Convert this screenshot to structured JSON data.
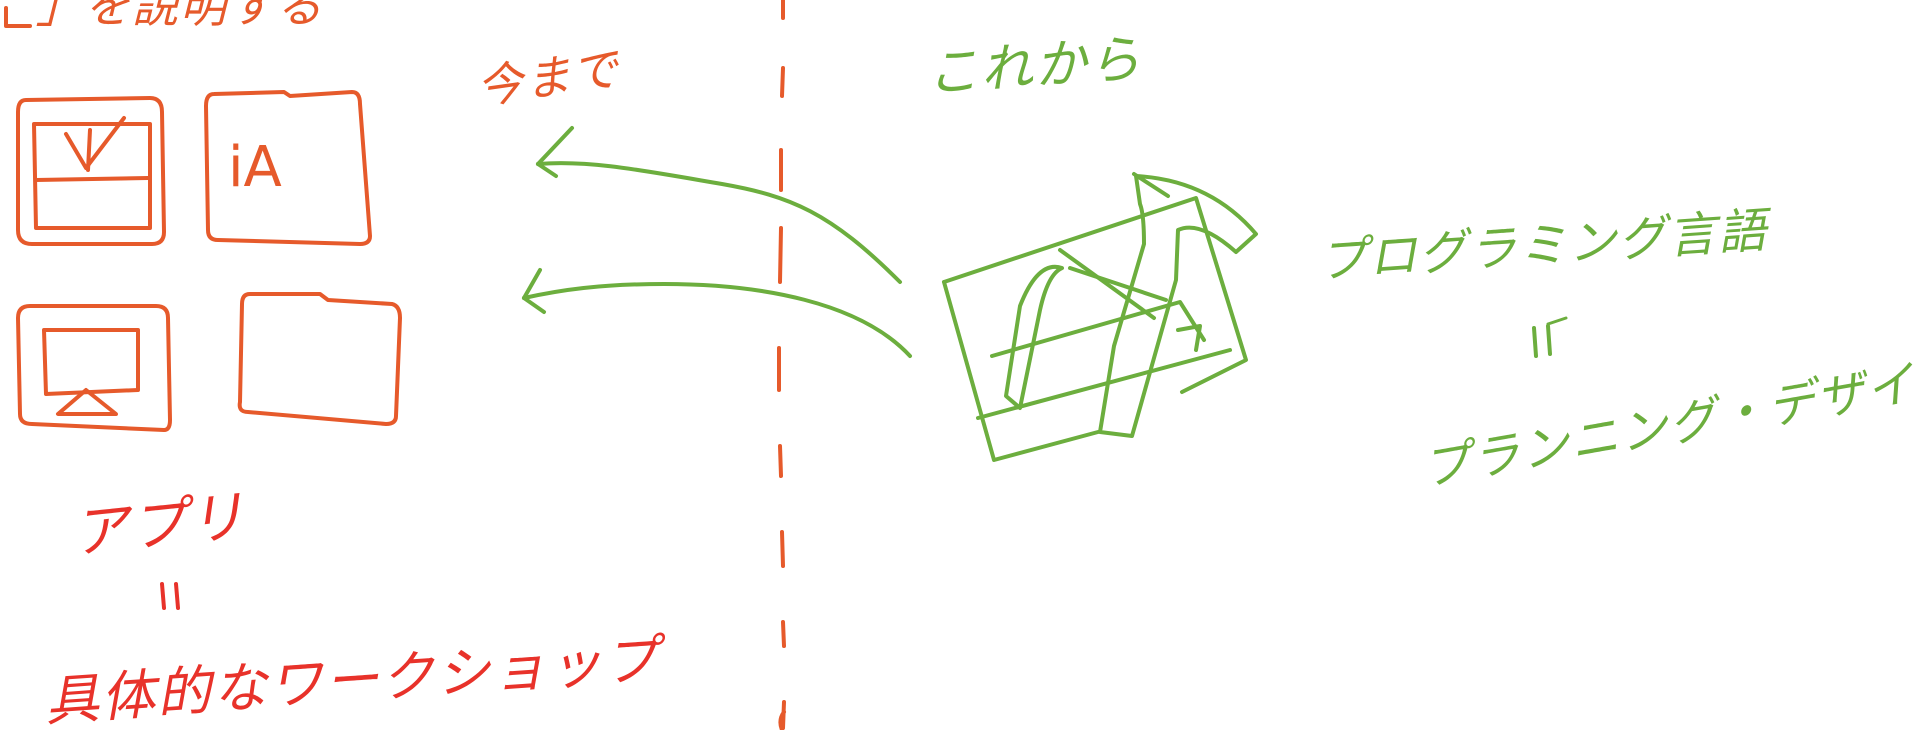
{
  "labels": {
    "top_fragment": "」を説明する",
    "before": "今まで",
    "after": "これから",
    "icon_text_ia": "iA",
    "apps": "アプリ",
    "apps_equals": "=",
    "workshops": "具体的なワークショップ",
    "programming_language": "プログラミング言語",
    "pl_equals": "=",
    "planning_design": "プランニング・デザイン"
  },
  "colors": {
    "past": "#e65a2b",
    "future": "#6cae3e",
    "apps_text": "#e8322a"
  },
  "icons": [
    "todo-check-app-icon",
    "ia-writer-app-icon",
    "keynote-app-icon",
    "blank-app-icon",
    "xcode-hammer-icon"
  ]
}
